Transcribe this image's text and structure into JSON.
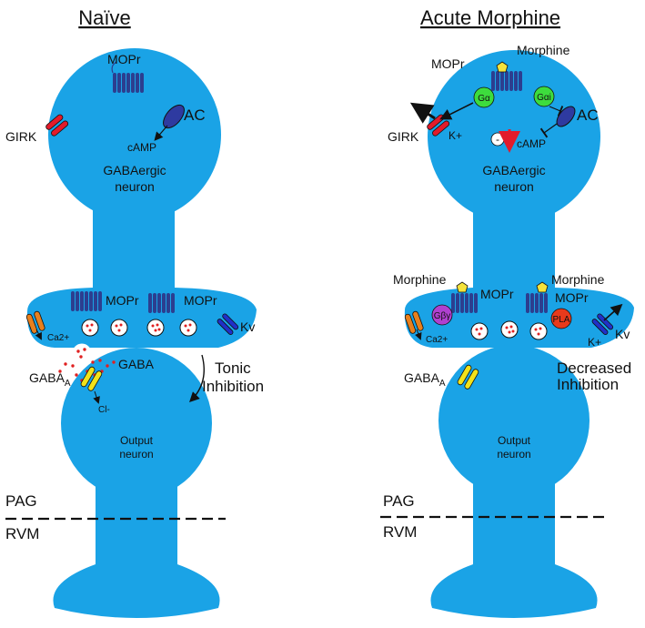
{
  "colors": {
    "neuron": "#1aa3e6",
    "receptor": "#2c3e8f",
    "ac": "#2e3aa0",
    "girk": "#e21b2b",
    "ca_channel": "#e8801e",
    "gaba_a": "#f2e21b",
    "kv": "#2030c8",
    "morphine": "#f5e33b",
    "g_alpha": "#3ddc3d",
    "g_beta_gamma": "#b040d0",
    "pla": "#e83a1c",
    "gaba_dots": "#e02020"
  },
  "left": {
    "title": "Naïve",
    "mopr_top": "MOPr",
    "ac": "AC",
    "camp": "cAMP",
    "girk": "GIRK",
    "soma": [
      "GABAergic",
      "neuron"
    ],
    "mopr_term_1": "MOPr",
    "mopr_term_2": "MOPr",
    "kv": "Kv",
    "ca": "Ca2+",
    "gaba_a": "GABA",
    "gaba_a_sub": "A",
    "gaba": "GABA",
    "cl": "Cl-",
    "inhibition": [
      "Tonic",
      "Inhibition"
    ],
    "output": [
      "Output",
      "neuron"
    ],
    "pag": "PAG",
    "rvm": "RVM"
  },
  "right": {
    "title": "Acute Morphine",
    "morphine_top": "Morphine",
    "mopr_top": "MOPr",
    "g_alpha": "Gα",
    "g_alpha_i": "Gαi",
    "ac": "AC",
    "girk": "GIRK",
    "k_plus_top": "K+",
    "minus": "-",
    "camp": "cAMP",
    "soma": [
      "GABAergic",
      "neuron"
    ],
    "morphine_term_1": "Morphine",
    "morphine_term_2": "Morphine",
    "mopr_term_1": "MOPr",
    "mopr_term_2": "MOPr",
    "g_beta_gamma": "Gβγ",
    "pla": "PLA",
    "kv": "Kv",
    "k_plus_term": "K+",
    "ca": "Ca2+",
    "gaba_a": "GABA",
    "gaba_a_sub": "A",
    "inhibition": [
      "Decreased",
      "Inhibition"
    ],
    "output": [
      "Output",
      "neuron"
    ],
    "pag": "PAG",
    "rvm": "RVM"
  }
}
